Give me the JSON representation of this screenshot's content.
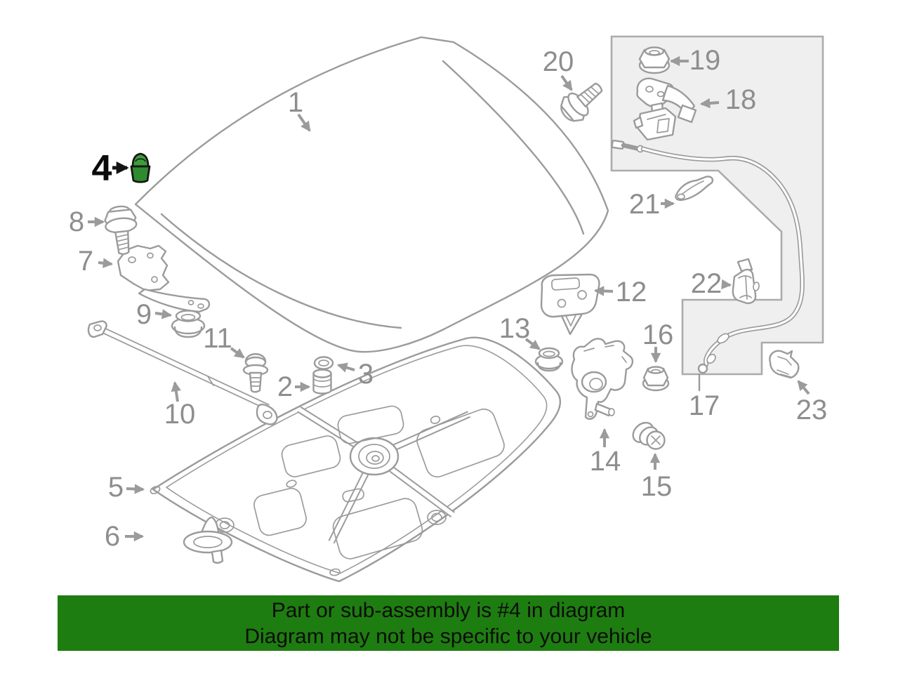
{
  "diagram": {
    "highlighted_part": "4",
    "labels": [
      "1",
      "2",
      "3",
      "4",
      "5",
      "6",
      "7",
      "8",
      "9",
      "10",
      "11",
      "12",
      "13",
      "14",
      "15",
      "16",
      "17",
      "18",
      "19",
      "20",
      "21",
      "22",
      "23"
    ]
  },
  "banner": {
    "line1": "Part or sub-assembly is #4 in diagram",
    "line2": "Diagram may not be specific to your vehicle"
  },
  "colors": {
    "line_gray": "#9b9b9b",
    "label_gray": "#8e8e8e",
    "highlight_green": "#2e8b2e",
    "highlight_green_light": "#3d9c3d",
    "highlight_outline": "#161616",
    "shaded_fill": "#efefef",
    "shaded_border": "#ababab",
    "banner_green": "#1e7d10",
    "banner_text": "#0d0d0d",
    "background": "#ffffff"
  }
}
